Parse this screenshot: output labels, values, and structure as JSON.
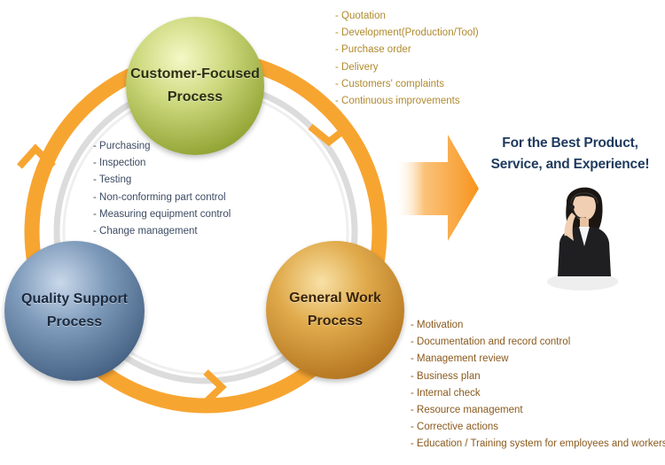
{
  "nodes": {
    "customer": {
      "line1": "Customer-Focused",
      "line2": "Process"
    },
    "quality": {
      "line1": "Quality Support",
      "line2": "Process"
    },
    "general": {
      "line1": "General Work",
      "line2": "Process"
    }
  },
  "customer_items": [
    "- Quotation",
    "- Development(Production/Tool)",
    "- Purchase order",
    "- Delivery",
    "- Customers' complaints",
    "- Continuous improvements"
  ],
  "quality_items": [
    "- Purchasing",
    "- Inspection",
    "- Testing",
    "- Non-conforming part control",
    "- Measuring equipment control",
    "- Change management"
  ],
  "general_items": [
    "- Motivation",
    "- Documentation and record control",
    "- Management review",
    "- Business plan",
    "- Internal check",
    "- Resource management",
    "- Corrective actions",
    "- Education / Training system for employees and workers"
  ],
  "tagline": {
    "line1": "For the Best Product,",
    "line2": "Service, and Experience!"
  },
  "colors": {
    "cycle_orange": "#f7a531",
    "big_arrow": "#f7941d",
    "inner_ring": "#d9d9d9",
    "customer_node": "#b8c65a",
    "quality_node": "#4f6b8d",
    "general_node": "#c88a2e"
  }
}
